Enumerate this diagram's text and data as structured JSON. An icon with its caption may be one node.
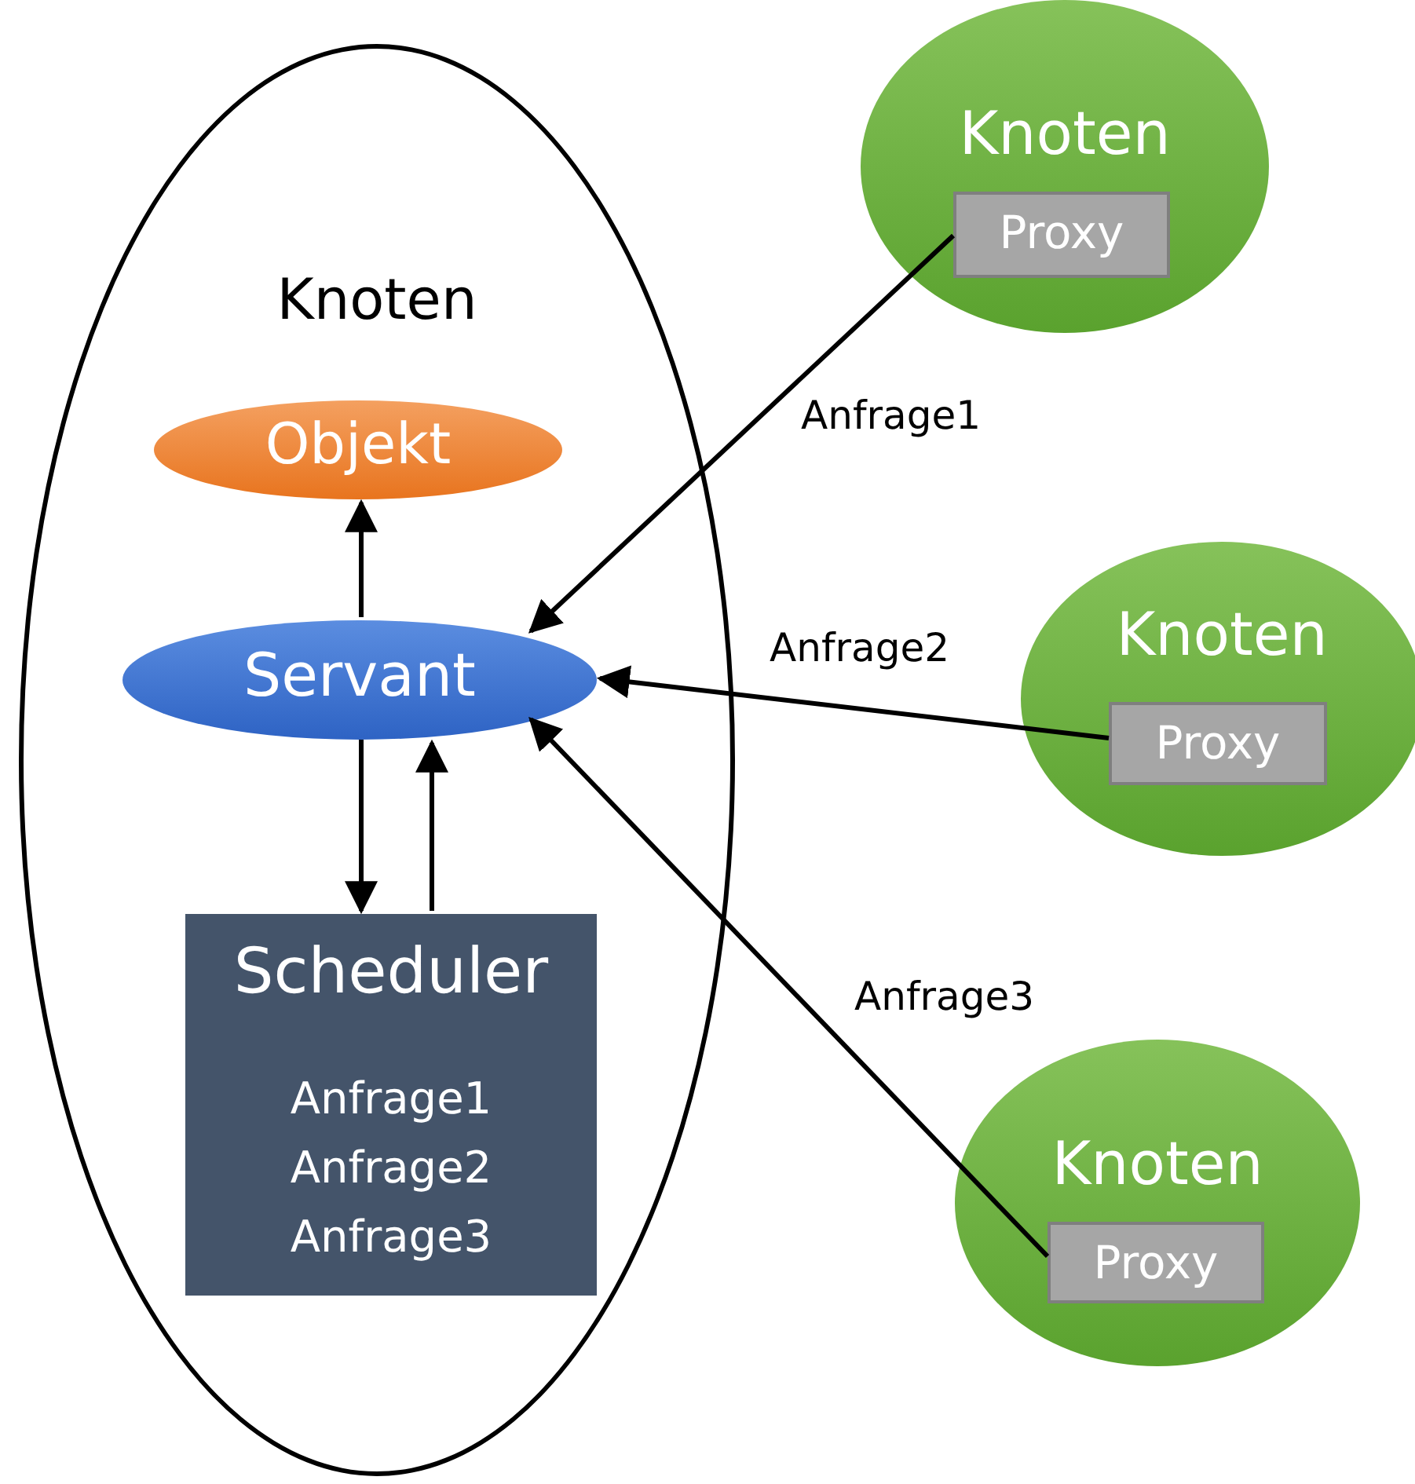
{
  "diagram": {
    "nodes": [
      {
        "text": [
          "Knoten"
        ]
      },
      {
        "text": [
          "Objekt"
        ],
        "in": 0
      },
      {
        "text": [
          "Servant"
        ],
        "in": 0
      },
      {
        "text": [
          "Scheduler",
          "Anfrage1",
          "Anfrage2",
          "Anfrage3"
        ],
        "in": 0
      },
      {
        "text": [
          "Knoten"
        ]
      },
      {
        "text": [
          "Proxy"
        ],
        "in": 4
      },
      {
        "text": [
          "Knoten"
        ]
      },
      {
        "text": [
          "Proxy"
        ],
        "in": 6
      },
      {
        "text": [
          "Knoten"
        ]
      },
      {
        "text": [
          "Proxy"
        ],
        "in": 8
      }
    ],
    "edges": [
      {
        "from": 2,
        "to": 1,
        "arrow": "to"
      },
      {
        "from": 2,
        "to": 3,
        "arrow": "to"
      },
      {
        "from": 3,
        "to": 2,
        "arrow": "to"
      },
      {
        "from": 5,
        "to": 2,
        "arrow": "to",
        "label": "Anfrage1"
      },
      {
        "from": 7,
        "to": 2,
        "arrow": "to",
        "label": "Anfrage2"
      },
      {
        "from": 9,
        "to": 2,
        "arrow": "to",
        "label": "Anfrage3"
      }
    ]
  }
}
